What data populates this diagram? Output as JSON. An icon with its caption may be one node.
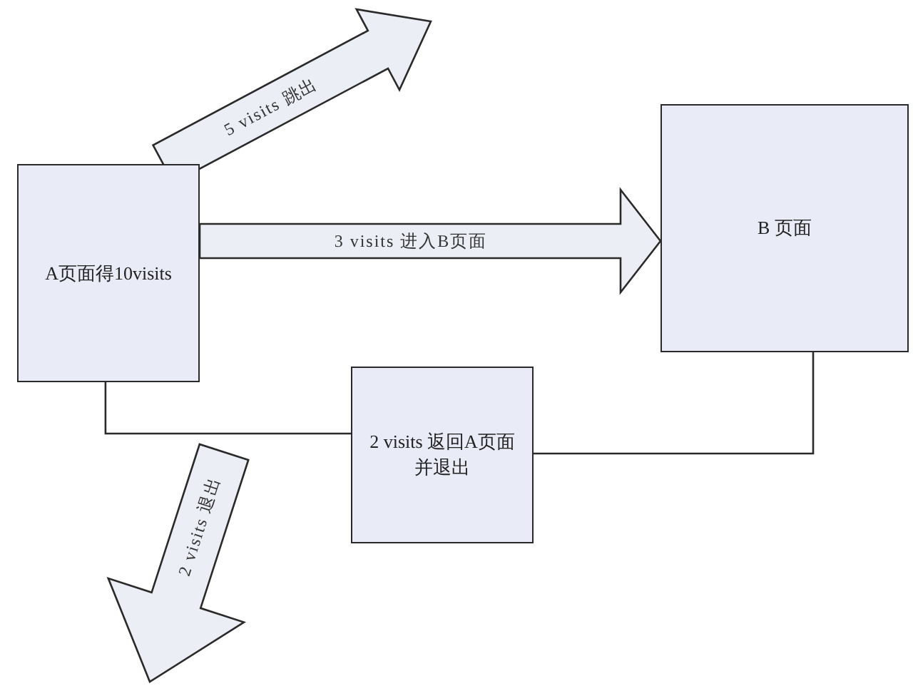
{
  "diagram": {
    "nodes": [
      {
        "text": [
          "A页面得10visits"
        ]
      },
      {
        "text": [
          "B 页面"
        ]
      },
      {
        "text": [
          "2 visits 返回A页面并退出"
        ]
      }
    ],
    "edges": [
      {
        "from": 0,
        "to": null,
        "arrow": "to",
        "label": "5 visits 跳出"
      },
      {
        "from": 0,
        "to": 1,
        "arrow": "to",
        "label": "3 visits 进入B页面"
      },
      {
        "from": 0,
        "to": 2,
        "arrow": "none"
      },
      {
        "from": 1,
        "to": 2,
        "arrow": "none"
      }
    ],
    "labels": [
      "2 visits 退出"
    ]
  }
}
